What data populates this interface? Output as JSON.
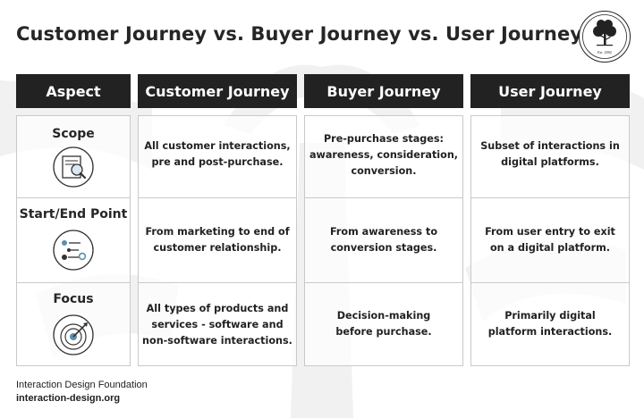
{
  "title": "Customer Journey vs. Buyer Journey vs. User Journey",
  "logo": {
    "text": "Est. 2002"
  },
  "headers": [
    "Aspect",
    "Customer Journey",
    "Buyer Journey",
    "User Journey"
  ],
  "rows": [
    {
      "aspect": "Scope",
      "icon": "magnifier-document-icon",
      "customer": "All customer interactions,\npre and post-purchase.",
      "buyer": "Pre-purchase stages:\nawareness, consideration,\nconversion.",
      "user": "Subset of interactions in\ndigital platforms."
    },
    {
      "aspect": "Start/End Point",
      "icon": "flow-path-icon",
      "customer": "From marketing to end of\ncustomer relationship.",
      "buyer": "From awareness to\nconversion stages.",
      "user": "From user entry to exit\non a digital platform."
    },
    {
      "aspect": "Focus",
      "icon": "target-icon",
      "customer": "All types of products and\nservices - software and\nnon-software interactions.",
      "buyer": "Decision-making\nbefore purchase.",
      "user": "Primarily digital\nplatform interactions."
    }
  ],
  "footer": {
    "org": "Interaction Design Foundation",
    "url": "interaction-design.org"
  },
  "colors": {
    "header_bg": "#222222",
    "border": "#c9c9c9",
    "accent_icon": "#5b8fb0"
  }
}
